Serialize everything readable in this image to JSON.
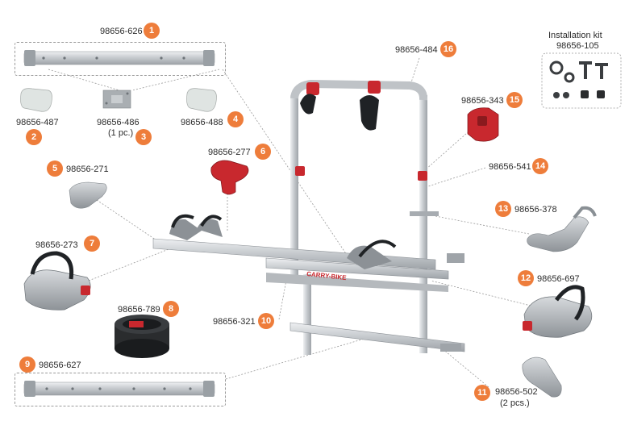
{
  "parts": [
    {
      "id": "p1",
      "badge": "1",
      "code": "98656-626",
      "note": ""
    },
    {
      "id": "p2",
      "badge": "2",
      "code": "98656-487",
      "note": ""
    },
    {
      "id": "p3",
      "badge": "3",
      "code": "98656-486",
      "note": "(1 pc.)"
    },
    {
      "id": "p4",
      "badge": "4",
      "code": "98656-488",
      "note": ""
    },
    {
      "id": "p5",
      "badge": "5",
      "code": "98656-271",
      "note": ""
    },
    {
      "id": "p6",
      "badge": "6",
      "code": "98656-277",
      "note": ""
    },
    {
      "id": "p7",
      "badge": "7",
      "code": "98656-273",
      "note": ""
    },
    {
      "id": "p8",
      "badge": "8",
      "code": "98656-789",
      "note": ""
    },
    {
      "id": "p9",
      "badge": "9",
      "code": "98656-627",
      "note": ""
    },
    {
      "id": "p10",
      "badge": "10",
      "code": "98656-321",
      "note": ""
    },
    {
      "id": "p11",
      "badge": "11",
      "code": "98656-502",
      "note": "(2 pcs.)"
    },
    {
      "id": "p12",
      "badge": "12",
      "code": "98656-697",
      "note": ""
    },
    {
      "id": "p13",
      "badge": "13",
      "code": "98656-378",
      "note": ""
    },
    {
      "id": "p14",
      "badge": "14",
      "code": "98656-541",
      "note": ""
    },
    {
      "id": "p15",
      "badge": "15",
      "code": "98656-343",
      "note": ""
    },
    {
      "id": "p16",
      "badge": "16",
      "code": "98656-484",
      "note": ""
    }
  ],
  "installation_kit": {
    "title": "Installation kit",
    "code": "98656-105"
  },
  "rack_decal": "CARRY-BIKE",
  "colors": {
    "badge": "#ee7d3b",
    "accent_red": "#c8282e",
    "aluminium": "#c9ccd0",
    "dark_grey": "#555a60"
  }
}
